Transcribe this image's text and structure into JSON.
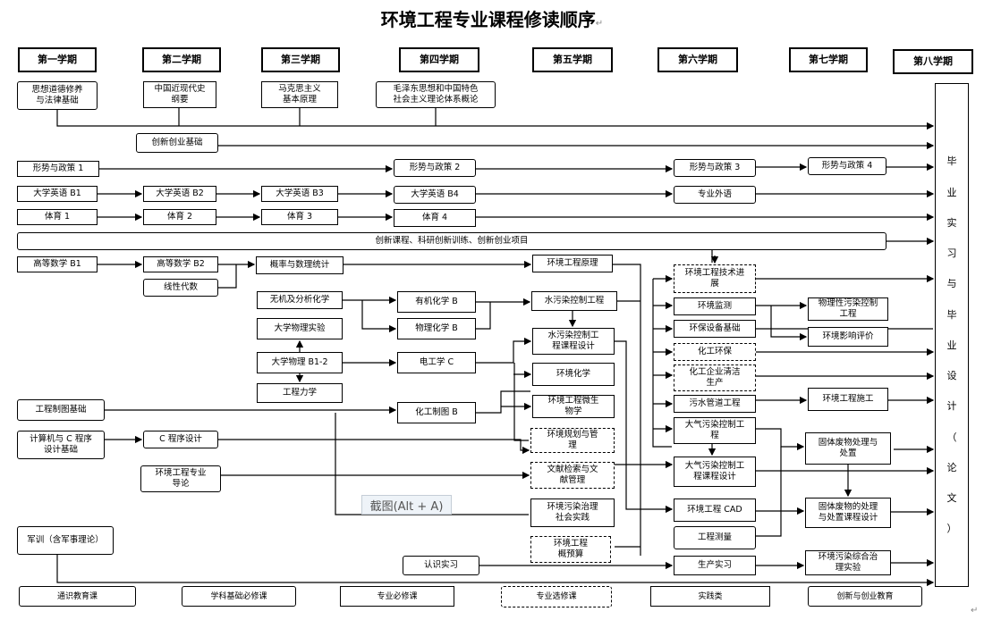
{
  "title": "环境工程专业课程修读顺序",
  "title_mark": "↵",
  "semesters": [
    "第一学期",
    "第二学期",
    "第三学期",
    "第四学期",
    "第五学期",
    "第六学期",
    "第七学期",
    "第八学期"
  ],
  "courses": {
    "ideology": "思想道德修养\n与法律基础",
    "history": "中国近现代史\n纲要",
    "marxism": "马克思主义\n基本原理",
    "maoism": "毛泽东思想和中国特色\n社会主义理论体系概论",
    "innov_base": "创新创业基础",
    "situation1": "形势与政策 1",
    "situation2": "形势与政策 2",
    "situation3": "形势与政策 3",
    "situation4": "形势与政策 4",
    "english1": "大学英语 B1",
    "english2": "大学英语 B2",
    "english3": "大学英语 B3",
    "english4": "大学英语 B4",
    "prof_english": "专业外语",
    "pe1": "体育 1",
    "pe2": "体育 2",
    "pe3": "体育 3",
    "pe4": "体育 4",
    "innov_projects": "创新课程、科研创新训练、创新创业项目",
    "math1": "高等数学 B1",
    "math2": "高等数学 B2",
    "linear": "线性代数",
    "prob": "概率与数理统计",
    "intro_env": "环境工程原理",
    "frontier": "环境工程技术进\n展",
    "inorganic": "无机及分析化学",
    "organic": "有机化学 B",
    "water": "水污染控制工程",
    "monitor": "环境监测",
    "physpollution": "物理性污染控制\n工程",
    "phys_exp": "大学物理实验",
    "phychem": "物理化学 B",
    "water_design": "水污染控制工\n程课程设计",
    "equipment": "环保设备基础",
    "eia": "环境影响评价",
    "physics": "大学物理 B1-2",
    "electrical": "电工学 C",
    "env_chem": "环境化学",
    "chem_env": "化工环保",
    "mechanics": "工程力学",
    "clean_prod": "化工企业清洁\n生产",
    "drawing": "工程制图基础",
    "chem_drawing": "化工制图 B",
    "microbio": "环境工程微生\n物学",
    "sewer": "污水管道工程",
    "construction": "环境工程施工",
    "computer": "计算机与 C 程序\n设计基础",
    "cprog": "C 程序设计",
    "planning": "环境规划与管\n理",
    "air": "大气污染控制工\n程",
    "solid": "固体废物处理与\n处置",
    "guide": "环境工程专业\n导论",
    "literature": "文献检索与文\n献管理",
    "air_design": "大气污染控制工\n程课程设计",
    "governance": "环境污染治理\n社会实践",
    "cad": "环境工程 CAD",
    "solid_design": "固体废物的处理\n与处置课程设计",
    "military": "军训（含军事理论）",
    "budget": "环境工程\n概预算",
    "survey": "工程测量",
    "cognition": "认识实习",
    "production": "生产实习",
    "comprehensive": "环境污染综合治\n理实验"
  },
  "thesis": "毕业实习与毕业设计（论文）",
  "legend": [
    "通识教育课",
    "学科基础必修课",
    "专业必修课",
    "专业选修课",
    "实践类",
    "创新与创业教育"
  ],
  "tooltip": "截图(Alt + A)",
  "para_mark": "↵"
}
